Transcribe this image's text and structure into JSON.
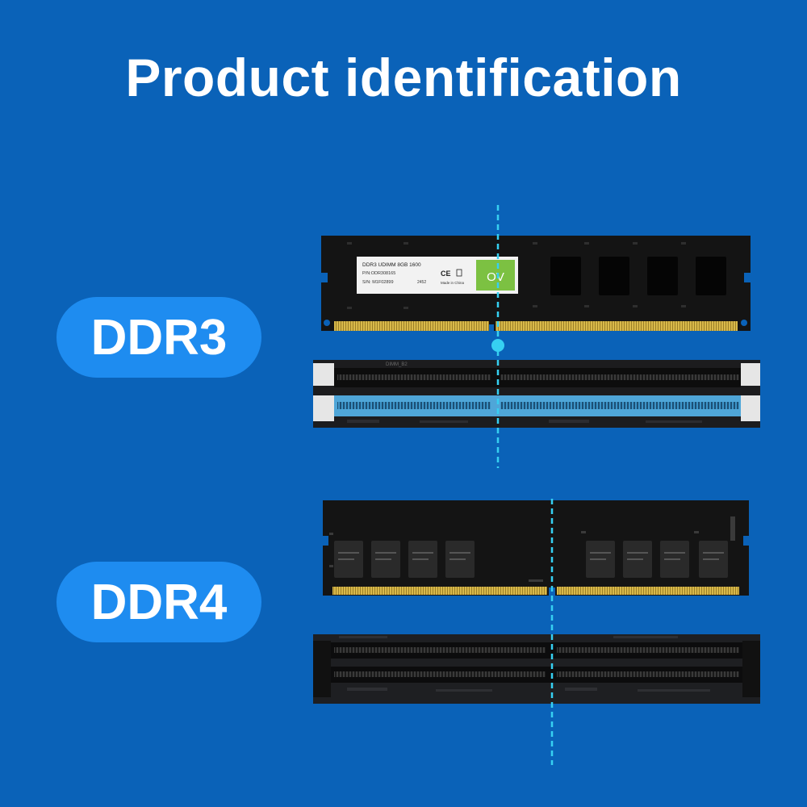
{
  "title": "Product identification",
  "labels": {
    "ddr3": "DDR3",
    "ddr4": "DDR4"
  },
  "ddr3_module": {
    "sticker_line1": "DDR3 UDIMM 8GB 1600",
    "sticker_line2": "P/N:ODR308165",
    "sticker_line3": "S/N: M1F02899",
    "sticker_code": "2452",
    "sticker_origin": "Made in China",
    "sticker_cert": "CE",
    "brand_logo": "OV"
  },
  "ddr3_slot": {
    "silkscreen": "DIMM_B2"
  },
  "colors": {
    "background": "#0a62b8",
    "pill": "#1e8cf0",
    "guide_line": "#36d0f2",
    "gold_contacts": "#c9a83a",
    "brand_green": "#7cc142",
    "slot_blue": "#4fa6d8"
  }
}
